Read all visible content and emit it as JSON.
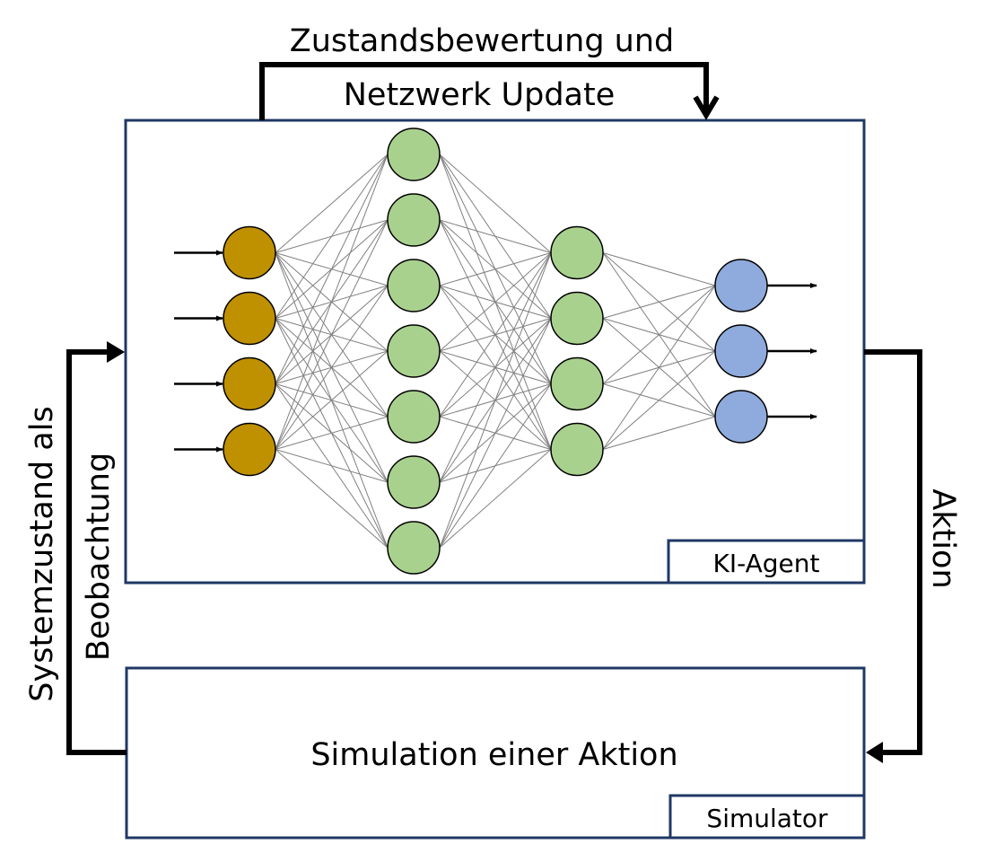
{
  "top_label": {
    "line1": "Zustandsbewertung und",
    "line2": "Netzwerk Update"
  },
  "left_label": {
    "line1": "Systemzustand als",
    "line2": "Beobachtung"
  },
  "right_label": "Aktion",
  "agent_box": {
    "label": "KI-Agent"
  },
  "simulator_box": {
    "label": "Simulator",
    "content": "Simulation einer Aktion"
  },
  "network": {
    "layers": [
      {
        "name": "input",
        "nodes": 4,
        "color": "#BF9000"
      },
      {
        "name": "hidden-1",
        "nodes": 7,
        "color": "#A9D18E"
      },
      {
        "name": "hidden-2",
        "nodes": 4,
        "color": "#A9D18E"
      },
      {
        "name": "output",
        "nodes": 3,
        "color": "#8FAADC"
      }
    ],
    "input_arrows": 4,
    "output_arrows": 3
  },
  "colors": {
    "box_border": "#1F3864",
    "connection": "#808080",
    "arrow": "#000000",
    "node_stroke": "#000000"
  }
}
